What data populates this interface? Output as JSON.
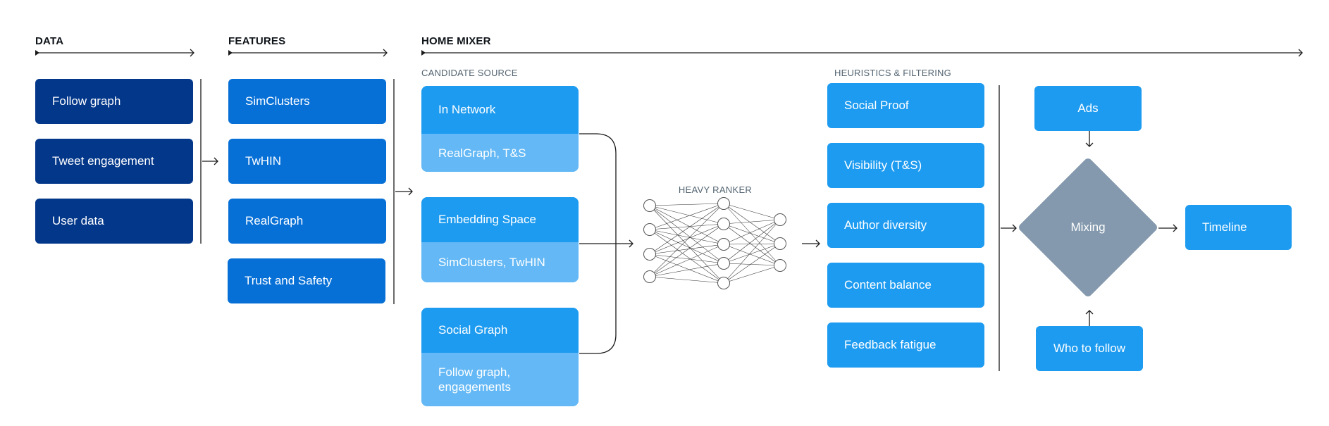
{
  "headers": {
    "data": "DATA",
    "features": "FEATURES",
    "home_mixer": "HOME MIXER"
  },
  "subheaders": {
    "candidate_source": "CANDIDATE SOURCE",
    "heuristics": "HEURISTICS & FILTERING",
    "heavy_ranker": "HEAVY RANKER"
  },
  "data_items": [
    "Follow graph",
    "Tweet engagement",
    "User data"
  ],
  "feature_items": [
    "SimClusters",
    "TwHIN",
    "RealGraph",
    "Trust and Safety"
  ],
  "candidate_sources": [
    {
      "title": "In Network",
      "detail": "RealGraph, T&S"
    },
    {
      "title": "Embedding Space",
      "detail": "SimClusters, TwHIN"
    },
    {
      "title": "Social Graph",
      "detail": "Follow graph,\nengagements"
    }
  ],
  "heuristics": [
    "Social Proof",
    "Visibility (T&S)",
    "Author diversity",
    "Content balance",
    "Feedback fatigue"
  ],
  "mixing": {
    "ads": "Ads",
    "center": "Mixing",
    "who_to_follow": "Who to follow",
    "timeline": "Timeline"
  },
  "colors": {
    "data_box": "#03378a",
    "feature_box": "#0770d7",
    "primary_box": "#1d9bf0",
    "secondary_box": "#63b8f5",
    "diamond": "#8499ad"
  }
}
